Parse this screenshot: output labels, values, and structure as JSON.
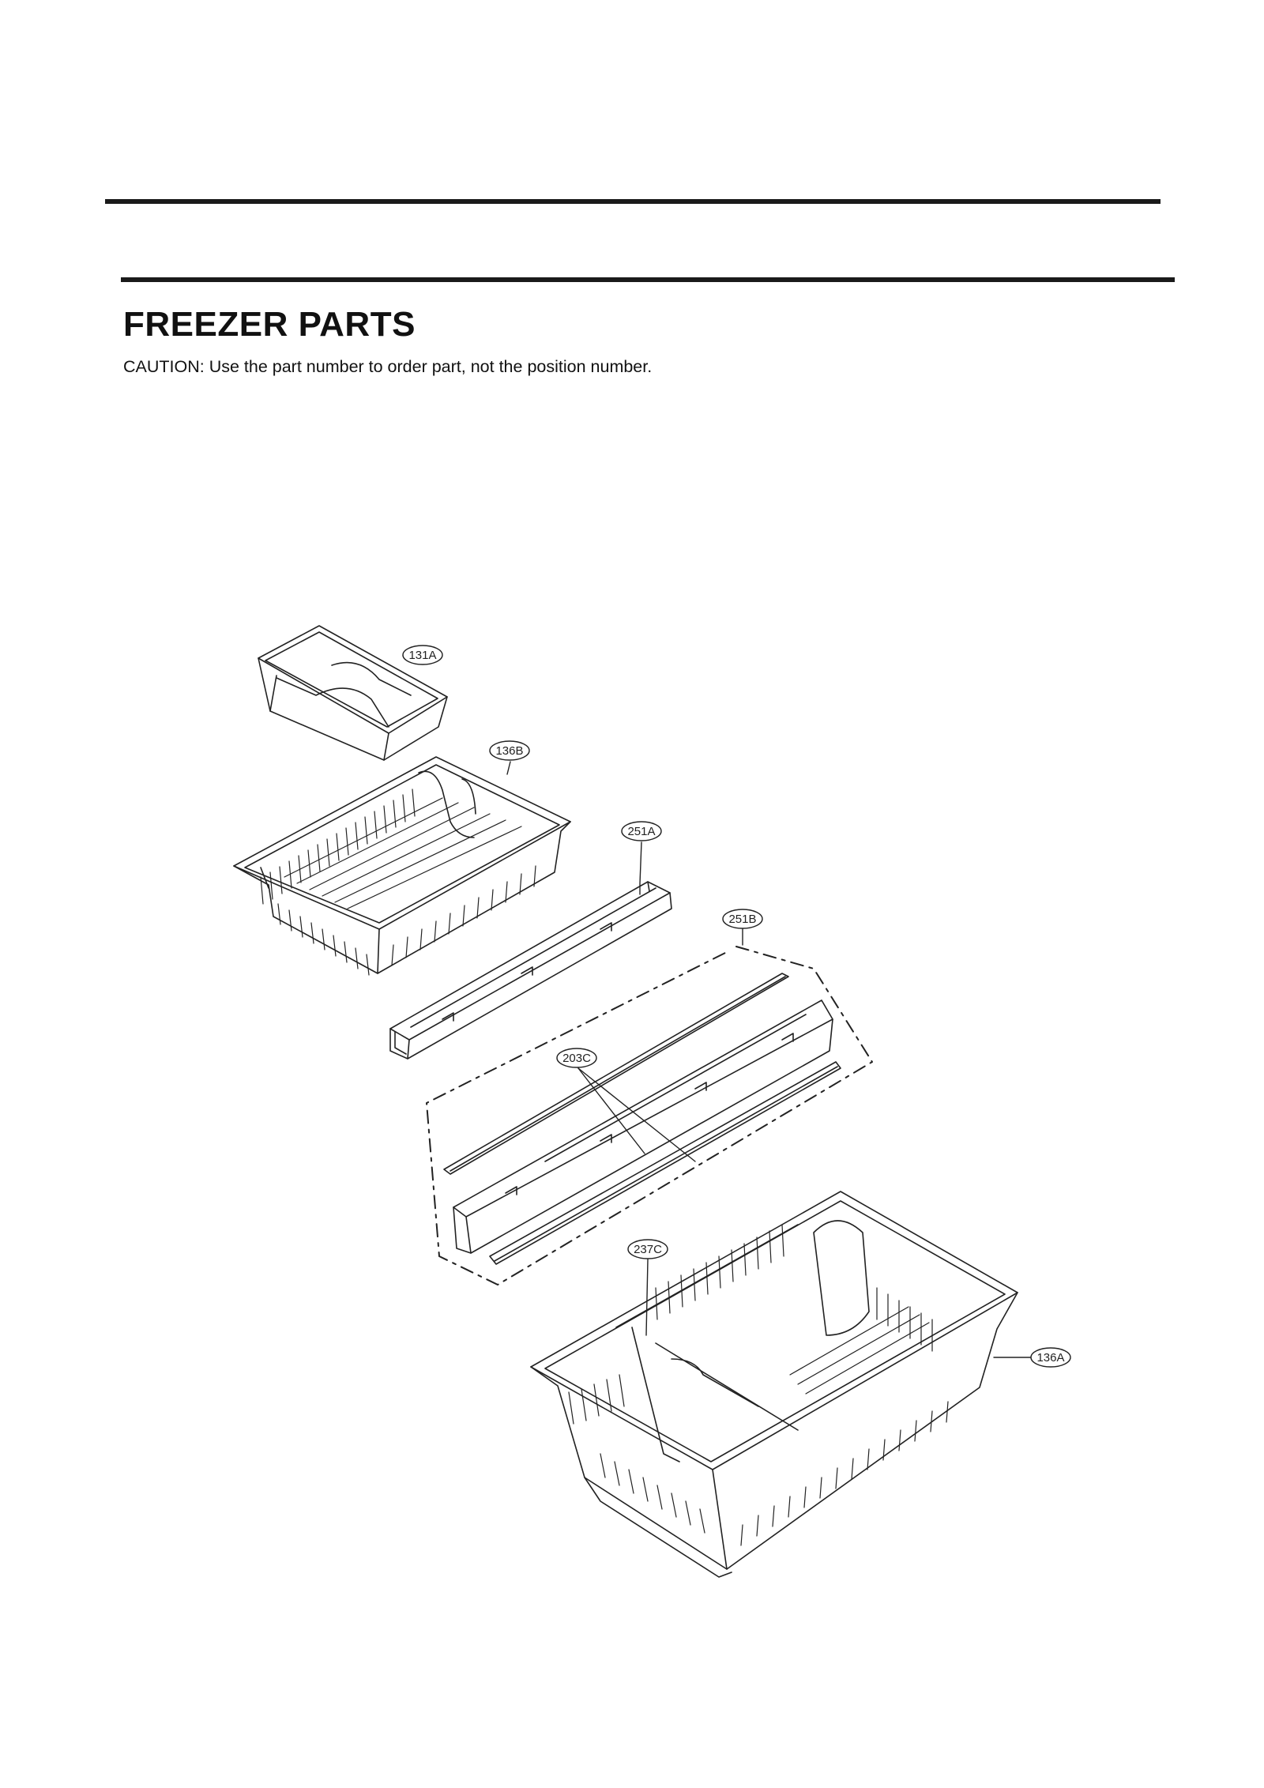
{
  "header": {
    "title": "FREEZER PARTS",
    "caution": "CAUTION: Use the part number to order part, not the position number."
  },
  "diagram": {
    "callouts": [
      {
        "id": "131A",
        "label": "131A"
      },
      {
        "id": "136B",
        "label": "136B"
      },
      {
        "id": "251A",
        "label": "251A"
      },
      {
        "id": "251B",
        "label": "251B"
      },
      {
        "id": "203C",
        "label": "203C"
      },
      {
        "id": "237C",
        "label": "237C"
      },
      {
        "id": "136A",
        "label": "136A"
      }
    ]
  }
}
